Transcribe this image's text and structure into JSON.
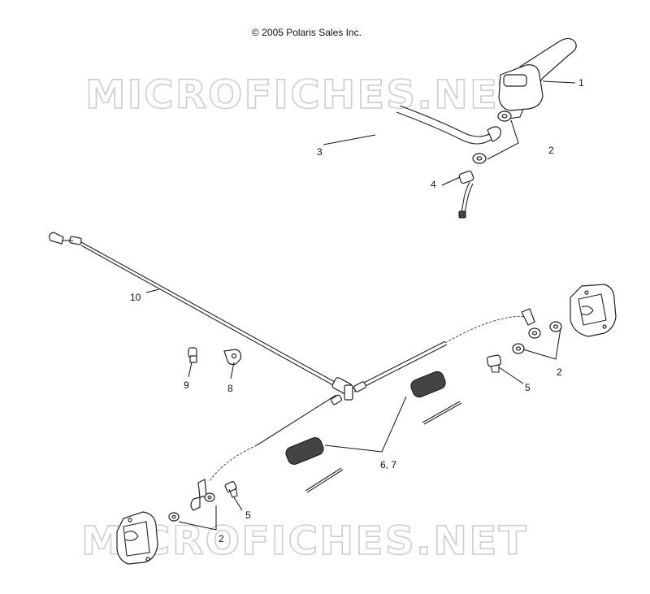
{
  "copyright": "© 2005 Polaris Sales Inc.",
  "watermarks": [
    "MICROFICHES.NET",
    "MICROFICHES.NET"
  ],
  "callouts": {
    "c1": "1",
    "c2_top": "2",
    "c3": "3",
    "c4": "4",
    "c10": "10",
    "c9": "9",
    "c8": "8",
    "c2_right": "2",
    "c5_right": "5",
    "c67": "6,  7",
    "c5_left": "5",
    "c2_bottom": "2"
  }
}
